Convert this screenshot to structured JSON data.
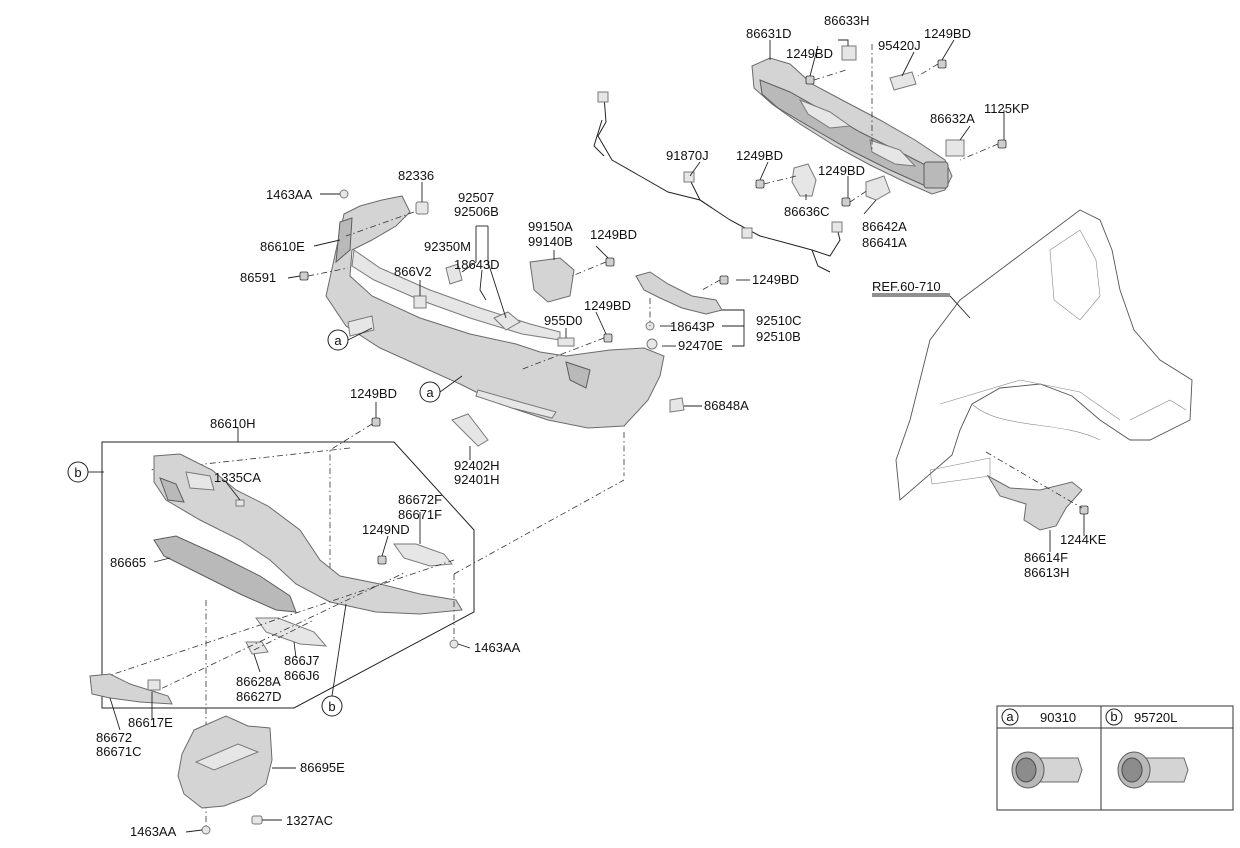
{
  "labels": {
    "p86631D": "86631D",
    "p86633H": "86633H",
    "p1249BD_a": "1249BD",
    "p95420J": "95420J",
    "p1249BD_b": "1249BD",
    "p86632A": "86632A",
    "p1125KP": "1125KP",
    "p91870J": "91870J",
    "p1249BD_c": "1249BD",
    "p1249BD_d": "1249BD",
    "p86636C": "86636C",
    "p86642A": "86642A",
    "p86641A": "86641A",
    "p1463AA_a": "1463AA",
    "p82336": "82336",
    "p92507": "92507",
    "p92506B": "92506B",
    "p86610E": "86610E",
    "p92350M": "92350M",
    "p18643D": "18643D",
    "p99150A": "99150A",
    "p99140B": "99140B",
    "p1249BD_e": "1249BD",
    "p86591": "86591",
    "p866V2": "866V2",
    "p1249BD_f": "1249BD",
    "p1249BD_g": "1249BD",
    "p955D0": "955D0",
    "p18643P": "18643P",
    "p92510C": "92510C",
    "p92510B": "92510B",
    "p92470E": "92470E",
    "p1249BD_h": "1249BD",
    "p86848A": "86848A",
    "p86610H": "86610H",
    "p92402H": "92402H",
    "p92401H": "92401H",
    "p1335CA": "1335CA",
    "p86672F": "86672F",
    "p86671F": "86671F",
    "p1249ND": "1249ND",
    "p86665": "86665",
    "p866J7": "866J7",
    "p866J6": "866J6",
    "p86628A": "86628A",
    "p86627D": "86627D",
    "p1463AA_b": "1463AA",
    "p86617E": "86617E",
    "p86672": "86672",
    "p86671C": "86671C",
    "p86695E": "86695E",
    "p1327AC": "1327AC",
    "p1463AA_c": "1463AA",
    "pREF": "REF.60-710",
    "p86614F": "86614F",
    "p86613H": "86613H",
    "p1244KE": "1244KE"
  },
  "callouts": {
    "a": "a",
    "b": "b"
  },
  "legend": {
    "a_letter": "a",
    "a_part": "90310",
    "b_letter": "b",
    "b_part": "95720L"
  },
  "colors": {
    "part_fill": "#d4d4d4",
    "part_stroke": "#6b6b6b",
    "line": "#222222"
  }
}
